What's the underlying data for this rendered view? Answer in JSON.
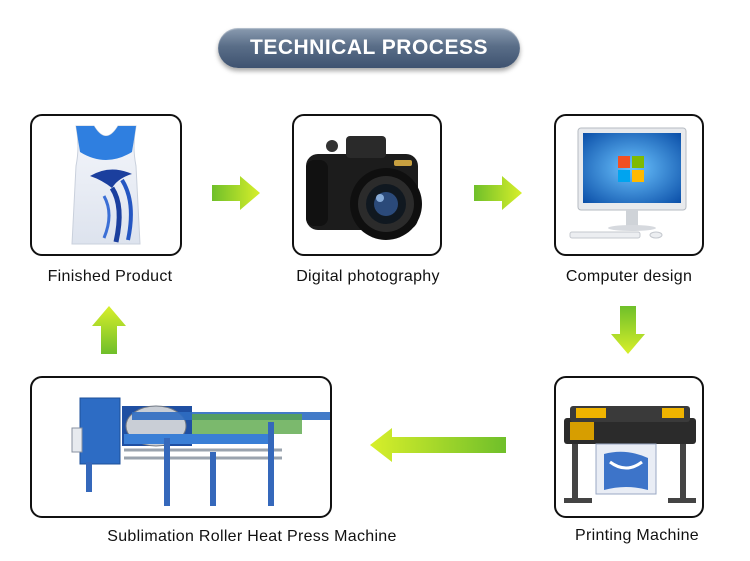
{
  "title": "TECHNICAL PROCESS",
  "steps": {
    "finished_product": "Finished Product",
    "digital_photography": "Digital photography",
    "computer_design": "Computer design",
    "printing_machine": "Printing Machine",
    "heat_press": "Sublimation Roller Heat Press Machine"
  },
  "colors": {
    "arrow_start": "#6fbf2a",
    "arrow_end": "#d8ef2a",
    "title_bg": "#4f6380"
  }
}
